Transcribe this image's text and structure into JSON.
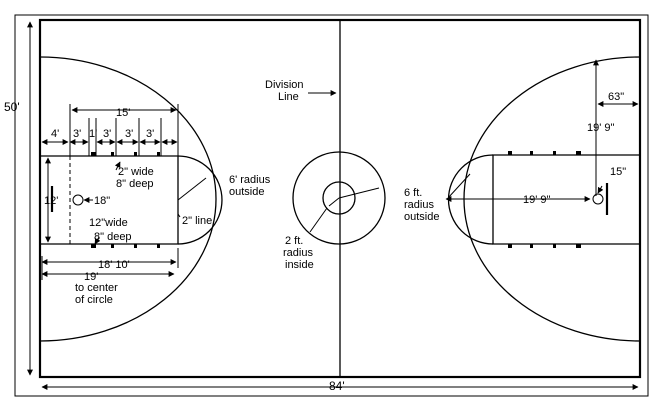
{
  "labels": {
    "width_50": "50'",
    "length_84": "84'",
    "division_1": "Division",
    "division_2": "Line",
    "d15": "15'",
    "d4": "4'",
    "d3a": "3'",
    "d1": "1'",
    "d3b": "3'",
    "d3c": "3'",
    "d3d": "3'",
    "two_wide": "2\" wide",
    "eight_deep_1": "8\" deep",
    "d12": "12'",
    "d18in": "18\"",
    "twelve_wide": "12\"wide",
    "eight_deep_2": "8\" deep",
    "six_radius_1": "6' radius",
    "six_radius_2": "outside",
    "two_line": "2\" line",
    "d18_10": "18' 10'",
    "d19": "19'",
    "center_1": "to center",
    "center_2": "of circle",
    "two_ft_1": "2 ft.",
    "two_ft_2": "radius",
    "two_ft_3": "inside",
    "six_ft_1": "6 ft.",
    "six_ft_2": "radius",
    "six_ft_3": "outside",
    "d63": "63\"",
    "d19_9a": "19' 9\"",
    "d15in": "15\"",
    "d19_9b": "19' 9\""
  },
  "colors": {
    "ink": "#000000",
    "background": "#ffffff"
  }
}
